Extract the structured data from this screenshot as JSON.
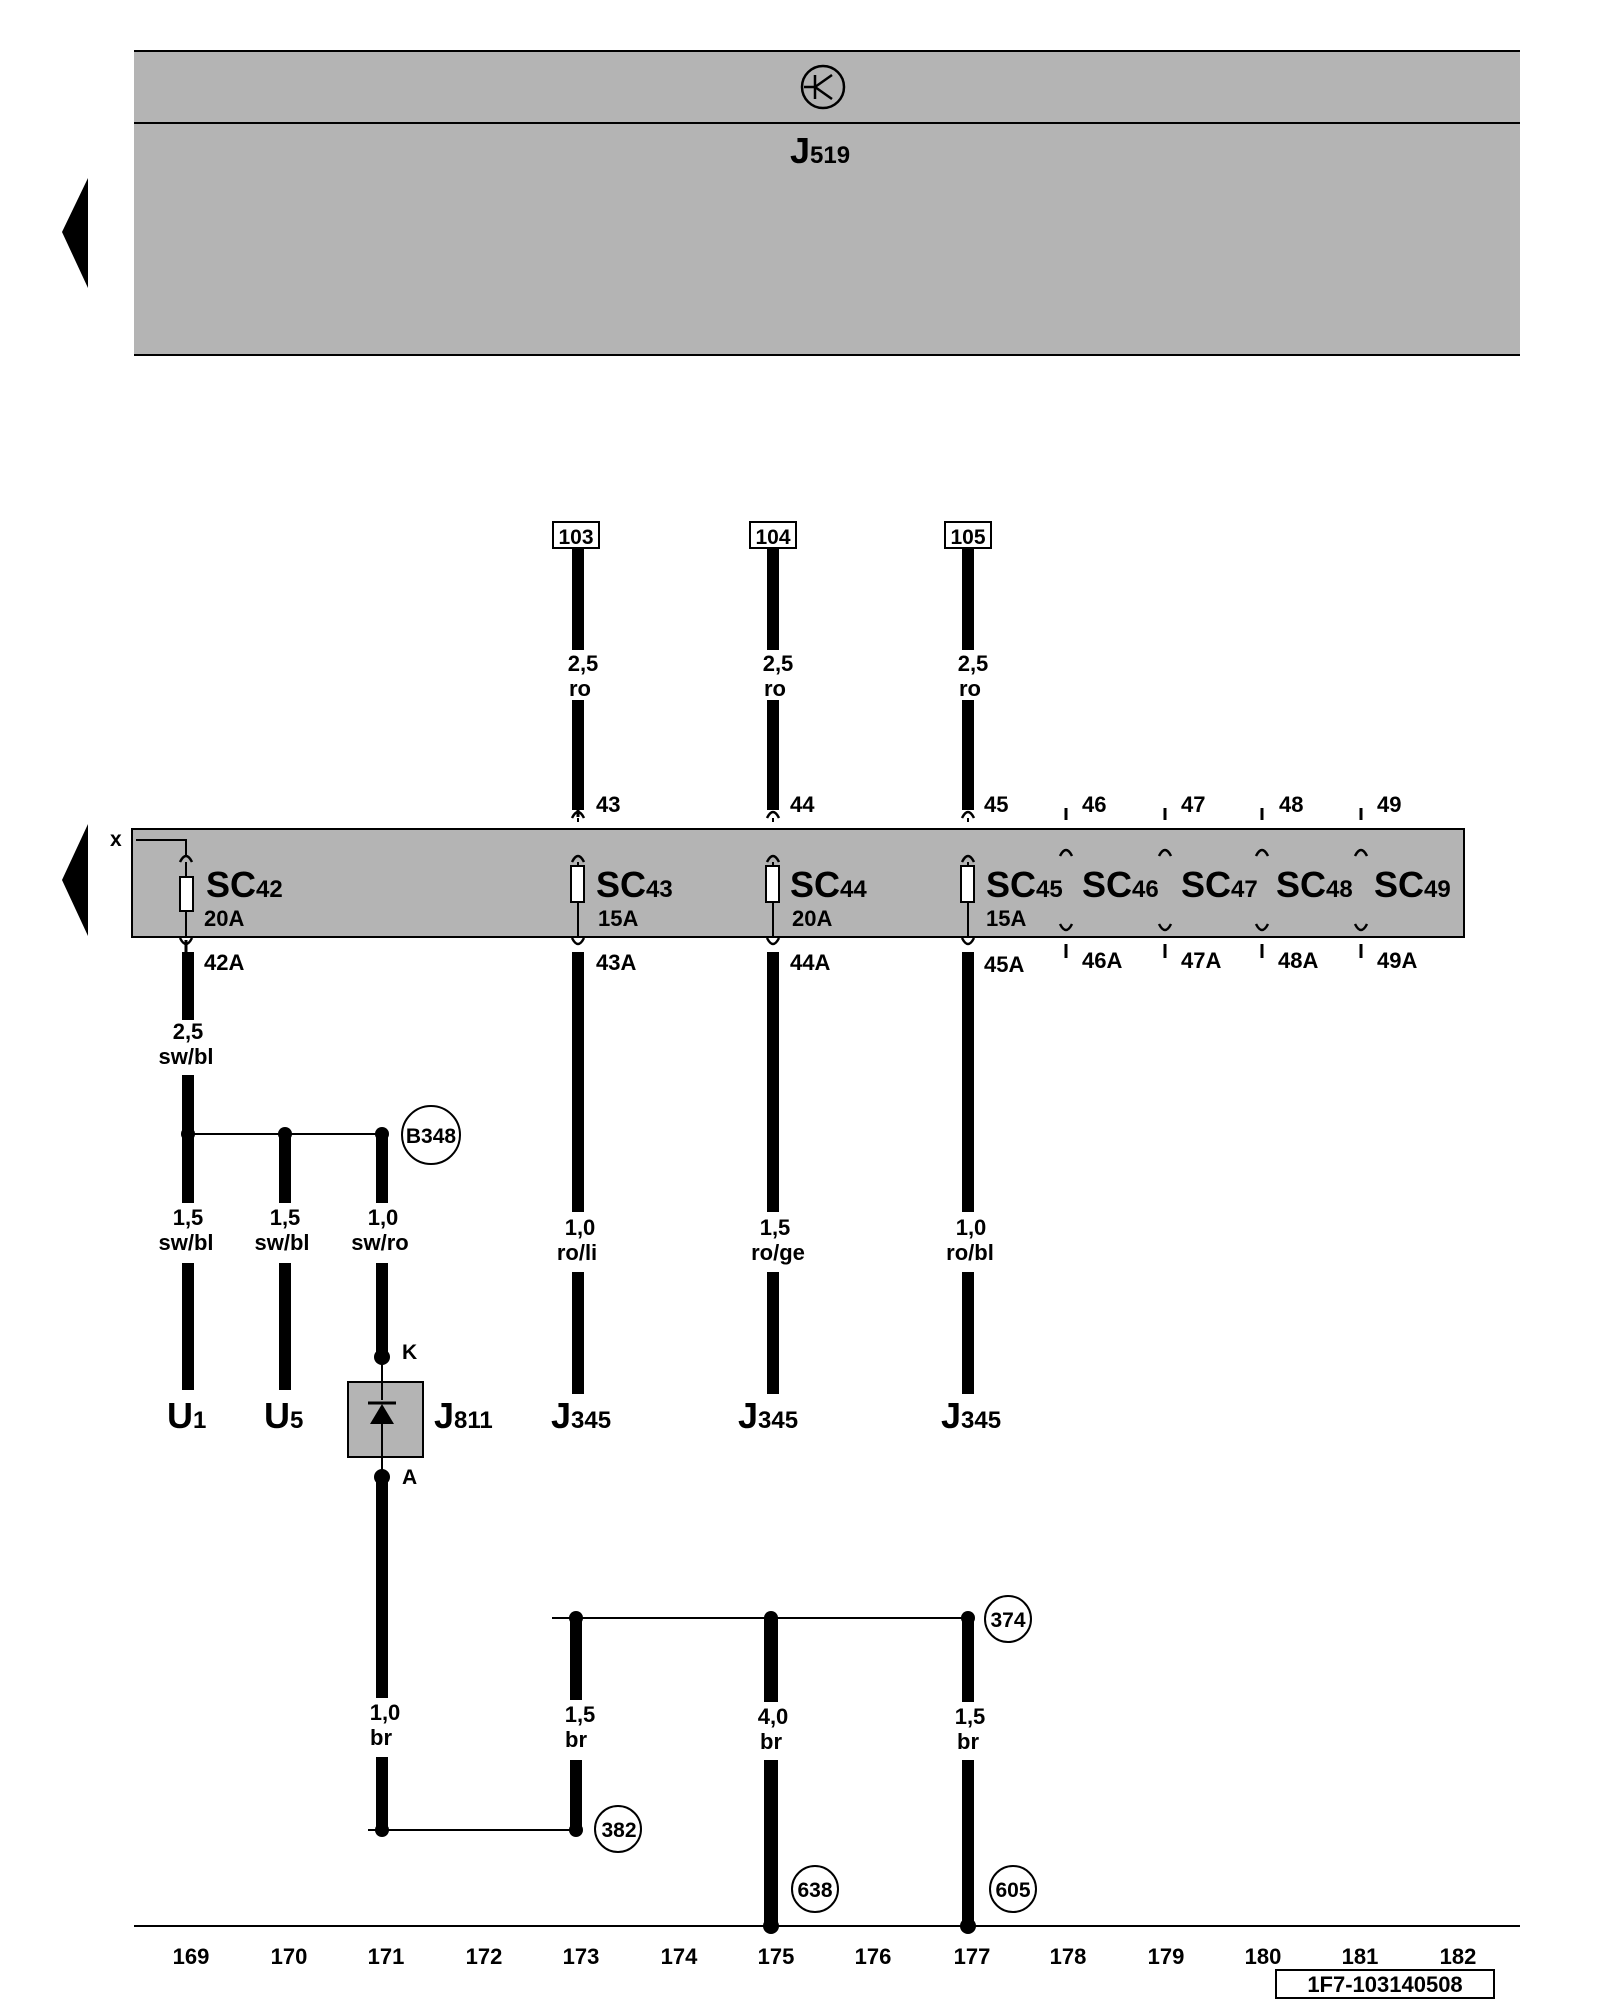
{
  "control_unit": {
    "label": "J",
    "sub": "519"
  },
  "fuse_carrier": {
    "x_label": "x",
    "fuses": [
      {
        "name": "SC",
        "num": "42",
        "rating": "20A",
        "pin_top": "",
        "pin_bottom": "42A"
      },
      {
        "name": "SC",
        "num": "43",
        "rating": "15A",
        "pin_top": "43",
        "pin_bottom": "43A"
      },
      {
        "name": "SC",
        "num": "44",
        "rating": "20A",
        "pin_top": "44",
        "pin_bottom": "44A"
      },
      {
        "name": "SC",
        "num": "45",
        "rating": "15A",
        "pin_top": "45",
        "pin_bottom": "45A"
      },
      {
        "name": "SC",
        "num": "46",
        "rating": "",
        "pin_top": "46",
        "pin_bottom": "46A"
      },
      {
        "name": "SC",
        "num": "47",
        "rating": "",
        "pin_top": "47",
        "pin_bottom": "47A"
      },
      {
        "name": "SC",
        "num": "48",
        "rating": "",
        "pin_top": "48",
        "pin_bottom": "48A"
      },
      {
        "name": "SC",
        "num": "49",
        "rating": "",
        "pin_top": "49",
        "pin_bottom": "49A"
      }
    ]
  },
  "refs_top": [
    "103",
    "104",
    "105"
  ],
  "wires": {
    "top_103": {
      "size": "2,5",
      "color": "ro"
    },
    "top_104": {
      "size": "2,5",
      "color": "ro"
    },
    "top_105": {
      "size": "2,5",
      "color": "ro"
    },
    "sc42_out": {
      "size": "2,5",
      "color": "sw/bl"
    },
    "u1": {
      "size": "1,5",
      "color": "sw/bl"
    },
    "u5": {
      "size": "1,5",
      "color": "sw/bl"
    },
    "j811_k": {
      "size": "1,0",
      "color": "sw/ro"
    },
    "j345_a": {
      "size": "1,0",
      "color": "ro/li"
    },
    "j345_b": {
      "size": "1,5",
      "color": "ro/ge"
    },
    "j345_c": {
      "size": "1,0",
      "color": "ro/bl"
    },
    "j811_a": {
      "size": "1,0",
      "color": "br"
    },
    "gnd_173": {
      "size": "1,5",
      "color": "br"
    },
    "gnd_175": {
      "size": "4,0",
      "color": "br"
    },
    "gnd_177": {
      "size": "1,5",
      "color": "br"
    }
  },
  "components": {
    "u1": {
      "label": "U",
      "sub": "1"
    },
    "u5": {
      "label": "U",
      "sub": "5"
    },
    "j811": {
      "label": "J",
      "sub": "811",
      "pin_k": "K",
      "pin_a": "A"
    },
    "j345": {
      "label": "J",
      "sub": "345"
    }
  },
  "connections": {
    "b348": "B348",
    "c374": "374",
    "c382": "382",
    "c638": "638",
    "c605": "605"
  },
  "columns": [
    "169",
    "170",
    "171",
    "172",
    "173",
    "174",
    "175",
    "176",
    "177",
    "178",
    "179",
    "180",
    "181",
    "182"
  ],
  "doc_id": "1F7-103140508"
}
